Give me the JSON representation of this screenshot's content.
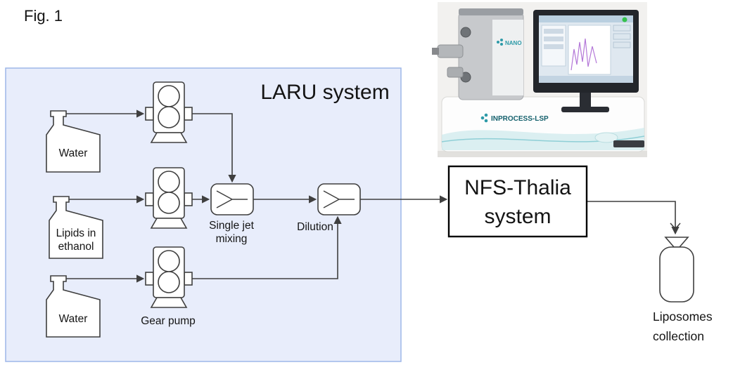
{
  "figure_label": "Fig. 1",
  "laru": {
    "title": "LARU system",
    "bottles": {
      "water_top": "Water",
      "lipids": [
        "Lipids in",
        "ethanol"
      ],
      "water_bottom": "Water"
    },
    "gear_pump": "Gear pump",
    "single_jet": [
      "Single jet",
      "mixing"
    ],
    "dilution": "Dilution"
  },
  "nfs_box": [
    "NFS-Thalia",
    "system"
  ],
  "collection": [
    "Liposomes",
    "collection"
  ],
  "photo": {
    "device_label": "NANO",
    "brand_label": "INPROCESS-LSP"
  },
  "colors": {
    "laru_fill": "#e8edfb",
    "laru_border": "#9db7e8",
    "line": "#3f3f3f",
    "accent_teal": "#2d9aa8"
  }
}
